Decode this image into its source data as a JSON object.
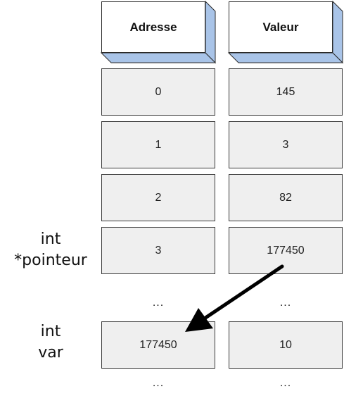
{
  "columns": {
    "address_header": "Adresse",
    "value_header": "Valeur"
  },
  "rows": [
    {
      "address": "0",
      "value": "145"
    },
    {
      "address": "1",
      "value": "3"
    },
    {
      "address": "2",
      "value": "82"
    },
    {
      "address": "3",
      "value": "177450"
    }
  ],
  "gap_row": {
    "address": "...",
    "value": "..."
  },
  "var_row": {
    "address": "177450",
    "value": "10"
  },
  "bottom_row": {
    "address": "...",
    "value": "..."
  },
  "labels": {
    "pointer_type": "int",
    "pointer_name": "*pointeur",
    "var_type": "int",
    "var_name": "var"
  },
  "colors": {
    "header_side": "#a9c4e8",
    "cell_fill": "#efefef",
    "arrow": "#000000"
  }
}
